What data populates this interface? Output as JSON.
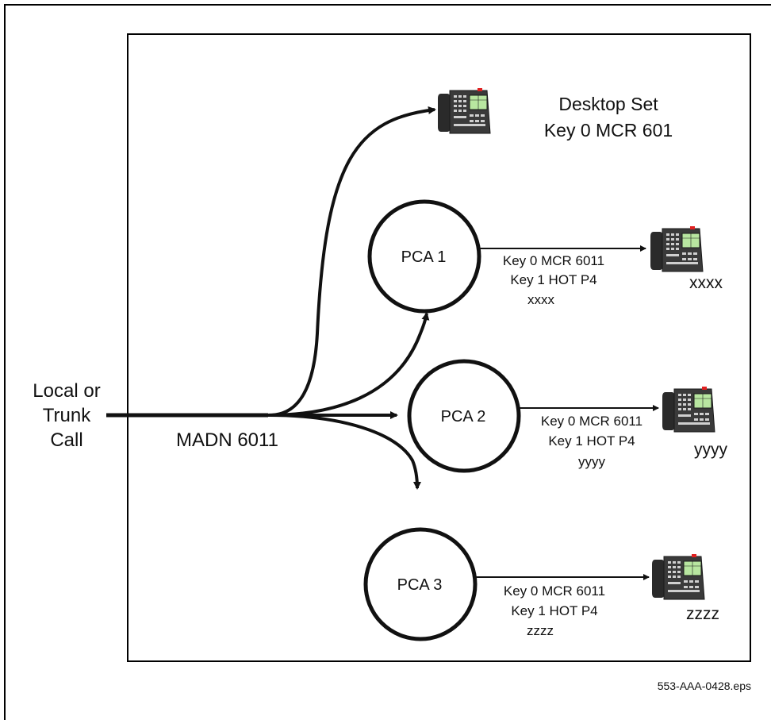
{
  "source": {
    "line1": "Local or",
    "line2": "Trunk",
    "line3": "Call"
  },
  "madn_label": "MADN 6011",
  "desktop_set": {
    "title": "Desktop Set",
    "key_line": "Key 0 MCR 601"
  },
  "pcas": [
    {
      "label": "PCA 1",
      "key0": "Key 0 MCR 6011",
      "key1": "Key 1 HOT P4",
      "dn": "xxxx",
      "phone_label": "xxxx"
    },
    {
      "label": "PCA 2",
      "key0": "Key 0 MCR 6011",
      "key1": "Key 1 HOT P4",
      "dn": "yyyy",
      "phone_label": "yyyy"
    },
    {
      "label": "PCA 3",
      "key0": "Key 0 MCR 6011",
      "key1": "Key 1 HOT P4",
      "dn": "zzzz",
      "phone_label": "zzzz"
    }
  ],
  "file_name": "553-AAA-0428.eps",
  "icons": {
    "phone": "desk-phone-icon"
  },
  "colors": {
    "phone_body": "#3a3a3a",
    "phone_screen": "#b8e6a0",
    "phone_indicator": "#e02020"
  }
}
